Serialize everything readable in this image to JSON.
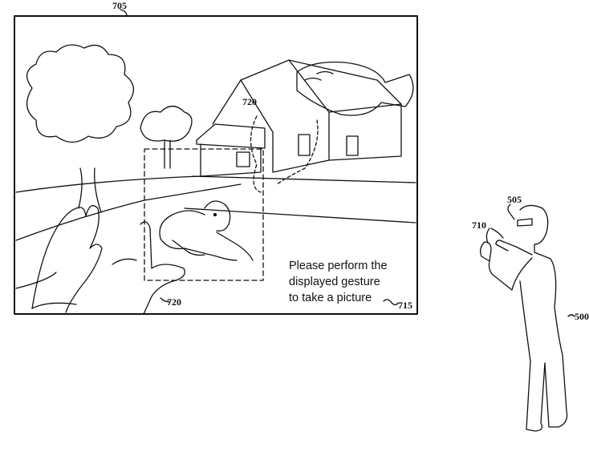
{
  "figure": {
    "display_label": "705",
    "prompt": {
      "line1": "Please perform the",
      "line2": "displayed gesture",
      "line3": "to take a picture",
      "label": "715"
    },
    "gesture_label_top": "720",
    "gesture_label_bottom": "720",
    "user_label": "500",
    "headset_label": "505",
    "hands_label": "710"
  }
}
